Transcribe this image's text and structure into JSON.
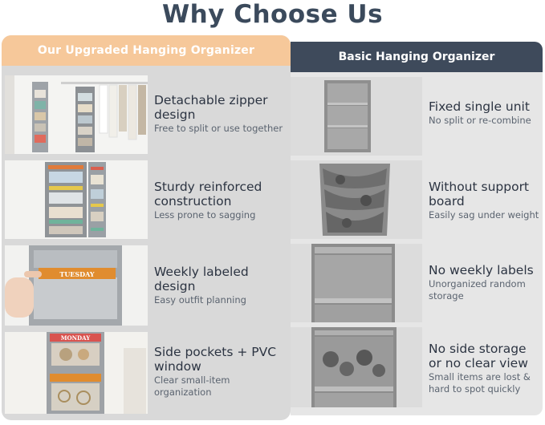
{
  "title": "Why Choose Us",
  "left": {
    "header": "Our Upgraded Hanging Organizer",
    "features": [
      {
        "title": "Detachable zipper design",
        "subtitle": "Free to split or use together",
        "icon": "closet-photo"
      },
      {
        "title": "Sturdy reinforced construction",
        "subtitle": "Less prone to sagging",
        "icon": "organizer-photo"
      },
      {
        "title": "Weekly labeled design",
        "subtitle": "Easy outfit planning",
        "icon": "label-photo",
        "label_text": "TUESDAY"
      },
      {
        "title": "Side pockets + PVC window",
        "subtitle": "Clear small-item organization",
        "icon": "pocket-photo",
        "label_text": "MONDAY"
      }
    ]
  },
  "right": {
    "header": "Basic Hanging Organizer",
    "features": [
      {
        "title": "Fixed single unit",
        "subtitle": "No split or re-combine",
        "icon": "basic-unit-photo"
      },
      {
        "title": "Without support board",
        "subtitle": "Easily sag under weight",
        "icon": "sagging-photo"
      },
      {
        "title": "No weekly labels",
        "subtitle": "Unorganized random storage",
        "icon": "plain-shelf-photo"
      },
      {
        "title": "No side storage or no clear view",
        "subtitle": "Small items are lost & hard to spot quickly",
        "icon": "messy-shelf-photo"
      }
    ]
  },
  "colors": {
    "left_header": "#f6c89a",
    "right_header": "#3e4a5b",
    "left_panel": "#d9d9d9",
    "right_panel": "#e6e6e6",
    "title": "#3b4a5c"
  }
}
